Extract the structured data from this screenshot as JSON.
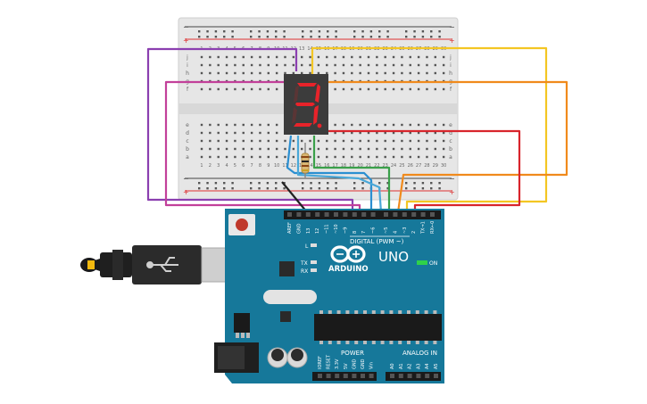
{
  "breadboard": {
    "plus_sign": "+",
    "minus_sign": "−",
    "row_letters_top": [
      "j",
      "i",
      "h",
      "g",
      "f"
    ],
    "row_letters_bottom": [
      "e",
      "d",
      "c",
      "b",
      "a"
    ],
    "column_numbers": [
      "1",
      "2",
      "3",
      "4",
      "5",
      "6",
      "7",
      "8",
      "9",
      "10",
      "11",
      "12",
      "13",
      "14",
      "15",
      "16",
      "17",
      "18",
      "19",
      "20",
      "21",
      "22",
      "23",
      "24",
      "25",
      "26",
      "27",
      "28",
      "29",
      "30"
    ]
  },
  "seven_segment": {
    "digit_shown": "3",
    "segment_color": "#e8232a"
  },
  "arduino": {
    "brand": "ARDUINO",
    "model": "UNO",
    "on_label": "ON",
    "led_labels": [
      "L",
      "TX",
      "RX"
    ],
    "digital_header_label": "DIGITAL (PWM ~)",
    "digital_pin_labels": [
      "AREF",
      "GND",
      "13",
      "12",
      "~11",
      "~10",
      "~9",
      "8",
      "7",
      "~6",
      "~5",
      "4",
      "~3",
      "2",
      "TX→1",
      "RX←0"
    ],
    "power_label": "POWER",
    "analog_label": "ANALOG IN",
    "power_pin_labels": [
      "IOREF",
      "RESET",
      "3.3V",
      "5V",
      "GND",
      "GND",
      "Vin"
    ],
    "analog_pin_labels": [
      "A0",
      "A1",
      "A2",
      "A3",
      "A4",
      "A5"
    ]
  },
  "wires": [
    {
      "name": "purple",
      "color": "#8b3fb0"
    },
    {
      "name": "magenta",
      "color": "#c2409a"
    },
    {
      "name": "yellow",
      "color": "#f3c623"
    },
    {
      "name": "orange",
      "color": "#f08a1c"
    },
    {
      "name": "red",
      "color": "#d8252c"
    },
    {
      "name": "green",
      "color": "#3aa04a"
    },
    {
      "name": "blue",
      "color": "#2b8fd1"
    },
    {
      "name": "cyan",
      "color": "#4aa8d8"
    },
    {
      "name": "black",
      "color": "#222222"
    }
  ]
}
